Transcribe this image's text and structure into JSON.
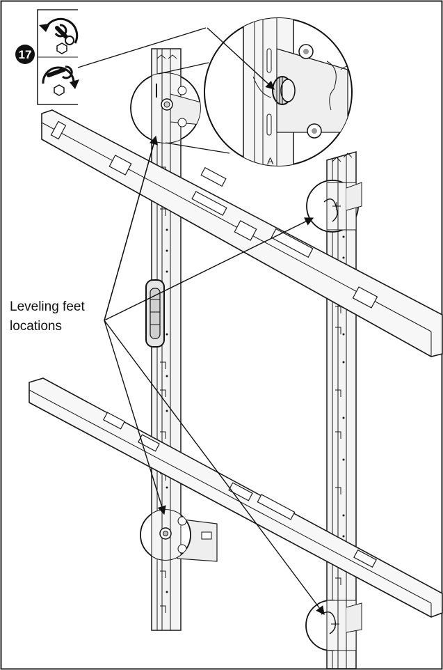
{
  "step": {
    "number": "17",
    "icons": [
      "wrench-loosen-counterclockwise-icon",
      "wrench-tighten-clockwise-icon"
    ]
  },
  "callout": {
    "line1": "Leveling feet",
    "line2": "locations"
  },
  "colors": {
    "line": "#1a1a1a",
    "fill": "#f4f4f4",
    "background": "#ffffff",
    "badge": "#111111"
  }
}
